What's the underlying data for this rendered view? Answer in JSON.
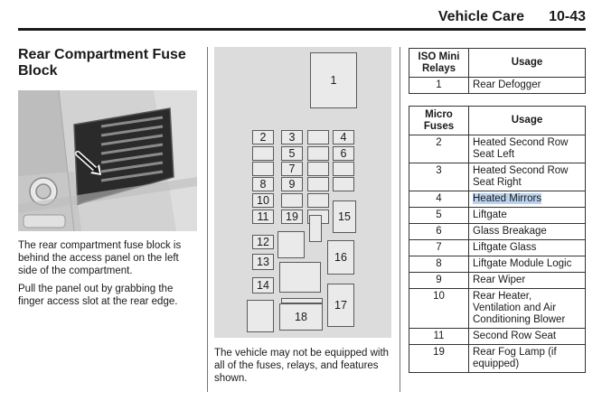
{
  "header": {
    "title": "Vehicle Care",
    "page": "10-43"
  },
  "section": {
    "title": "Rear Compartment Fuse Block",
    "paragraph1": "The rear compartment fuse block is behind the access panel on the left side of the compartment.",
    "paragraph2": "Pull the panel out by grabbing the finger access slot at the rear edge."
  },
  "diagram": {
    "fuse_labels": [
      "1",
      "2",
      "3",
      "4",
      "5",
      "6",
      "7",
      "8",
      "9",
      "10",
      "11",
      "19",
      "15",
      "12",
      "13",
      "16",
      "14",
      "17",
      "18"
    ],
    "note": "The vehicle may not be equipped with all of the fuses, relays, and features shown."
  },
  "relay_table": {
    "headers": [
      "ISO Mini Relays",
      "Usage"
    ],
    "rows": [
      {
        "num": "1",
        "usage": "Rear Defogger"
      }
    ]
  },
  "fuse_table": {
    "headers": [
      "Micro Fuses",
      "Usage"
    ],
    "rows": [
      {
        "num": "2",
        "usage": "Heated Second Row Seat Left"
      },
      {
        "num": "3",
        "usage": "Heated Second Row Seat Right"
      },
      {
        "num": "4",
        "usage": "Heated Mirrors"
      },
      {
        "num": "5",
        "usage": "Liftgate"
      },
      {
        "num": "6",
        "usage": "Glass Breakage"
      },
      {
        "num": "7",
        "usage": "Liftgate Glass"
      },
      {
        "num": "8",
        "usage": "Liftgate Module Logic"
      },
      {
        "num": "9",
        "usage": "Rear Wiper"
      },
      {
        "num": "10",
        "usage": "Rear Heater, Ventilation and Air Conditioning Blower"
      },
      {
        "num": "11",
        "usage": "Second Row Seat"
      },
      {
        "num": "19",
        "usage": "Rear Fog Lamp (if equipped)"
      }
    ]
  },
  "highlight": {
    "row_index": 2,
    "color": "#b9d3ef"
  }
}
